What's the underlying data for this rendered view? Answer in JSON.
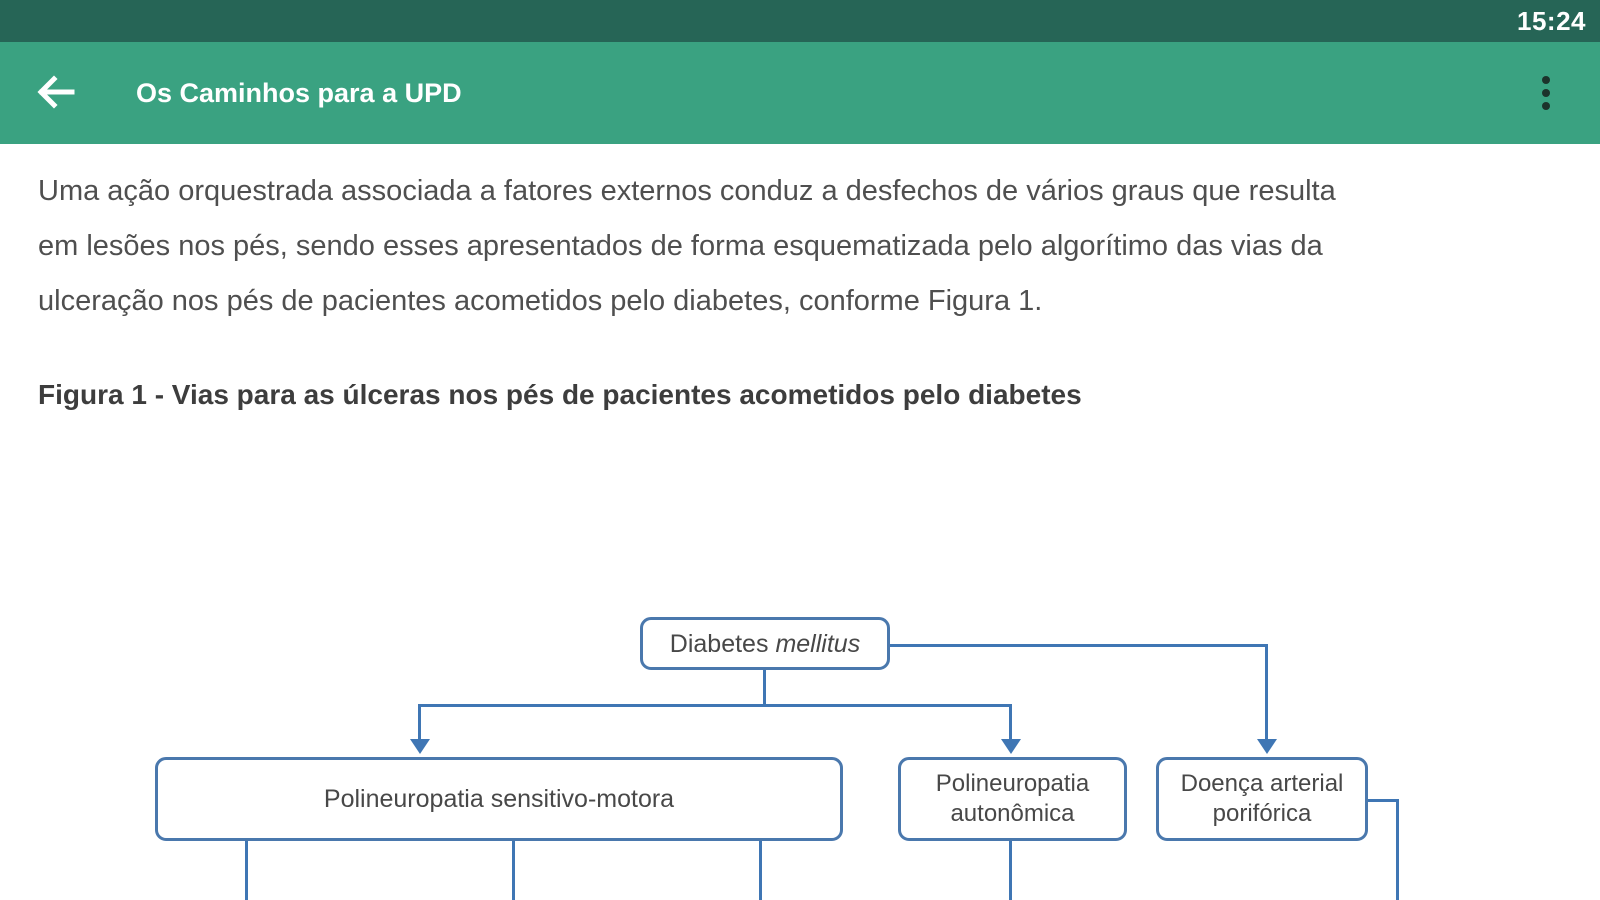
{
  "status_bar": {
    "time": "15:24"
  },
  "app_bar": {
    "title": "Os Caminhos para a UPD",
    "back_icon": "arrow-left",
    "menu_icon": "vertical-ellipsis"
  },
  "article": {
    "paragraph_lines": [
      "Uma ação orquestrada associada a fatores externos conduz a desfechos de vários graus que resulta",
      "em lesões nos pés, sendo esses apresentados de forma esquematizada pelo algorítimo das vias da",
      "ulceração nos pés de pacientes acometidos pelo diabetes, conforme Figura 1."
    ],
    "figure_caption": "Figura 1 - Vias para as úlceras nos pés de pacientes acometidos pelo diabetes"
  },
  "diagram": {
    "type": "flowchart",
    "root": {
      "label_plain": "Diabetes",
      "label_italic": "mellitus"
    },
    "children": [
      {
        "id": "left",
        "label": "Polineuropatia sensitivo-motora"
      },
      {
        "id": "middle",
        "label": "Polineuropatia autonômica"
      },
      {
        "id": "right",
        "label": "Doença arterial porifórica"
      }
    ],
    "edges": [
      "Diabetes mellitus -> Polineuropatia sensitivo-motora",
      "Diabetes mellitus -> Polineuropatia autonômica",
      "Diabetes mellitus -> Doença arterial porifórica"
    ],
    "colors": {
      "line": "#3f76b4",
      "box_border": "#4a78ad",
      "box_text": "#484848"
    }
  },
  "theme": {
    "status_bar_bg": "#266556",
    "app_bar_bg": "#3aa281",
    "title_color": "#ffffff",
    "body_text_color": "#4f4f4f"
  }
}
